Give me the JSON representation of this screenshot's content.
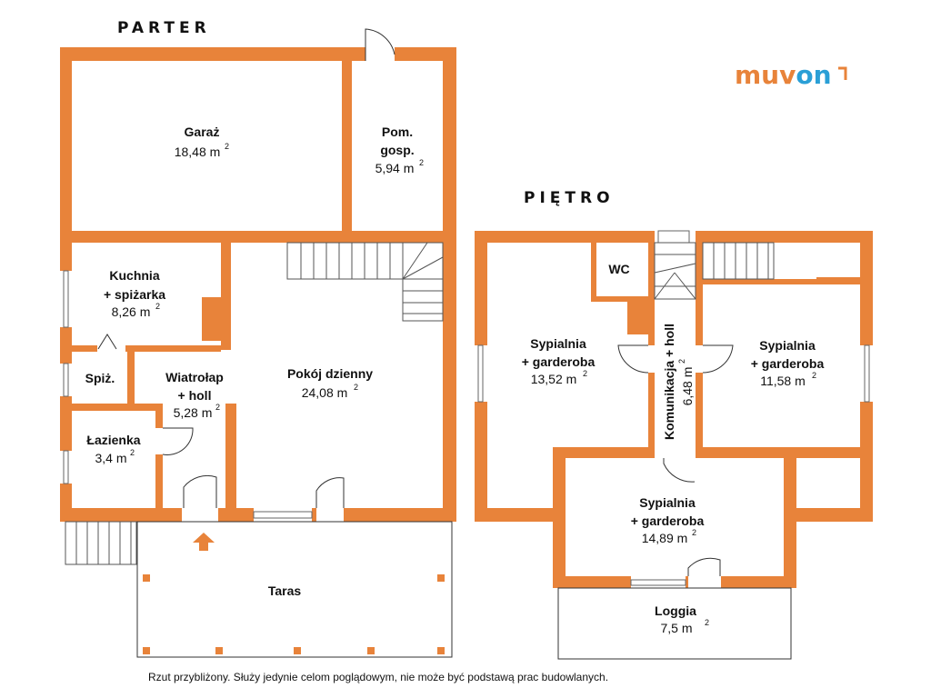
{
  "headings": {
    "ground": "PARTER",
    "upper": "PIĘTRO"
  },
  "brand": {
    "part1": "muv",
    "part2": "on",
    "color1": "#E8833A",
    "color2": "#2A9FD6"
  },
  "colors": {
    "wall": "#E8833A",
    "stairs": "#666666"
  },
  "rooms": {
    "garage": {
      "line1": "Garaż",
      "area": "18,48 m",
      "sup": "2"
    },
    "utility": {
      "line1": "Pom.",
      "line2": "gosp.",
      "area": "5,94 m",
      "sup": "2"
    },
    "kitchen": {
      "line1": "Kuchnia",
      "line2": "+ spiżarka",
      "area": "8,26 m",
      "sup": "2"
    },
    "pantry": {
      "line1": "Spiż."
    },
    "vestibule": {
      "line1": "Wiatrołap",
      "line2": "+ holl",
      "area": "5,28 m",
      "sup": "2"
    },
    "living": {
      "line1": "Pokój dzienny",
      "area": "24,08 m",
      "sup": "2"
    },
    "bathroom": {
      "line1": "Łazienka",
      "area": "3,4 m",
      "sup": "2"
    },
    "terrace": {
      "line1": "Taras"
    },
    "wc": {
      "line1": "WC"
    },
    "bedroom1": {
      "line1": "Sypialnia",
      "line2": "+ garderoba",
      "area": "13,52 m",
      "sup": "2"
    },
    "communication": {
      "line1": "Komunikacja + holl",
      "area": "6,48 m",
      "sup": "2"
    },
    "bedroom2": {
      "line1": "Sypialnia",
      "line2": "+ garderoba",
      "area": "11,58 m",
      "sup": "2"
    },
    "bedroom3": {
      "line1": "Sypialnia",
      "line2": "+ garderoba",
      "area": "14,89 m",
      "sup": "2"
    },
    "loggia": {
      "line1": "Loggia",
      "area": "7,5 m",
      "sup": "2"
    }
  },
  "note": "Rzut przybliżony. Służy jedynie celom poglądowym, nie może być podstawą prac budowlanych."
}
